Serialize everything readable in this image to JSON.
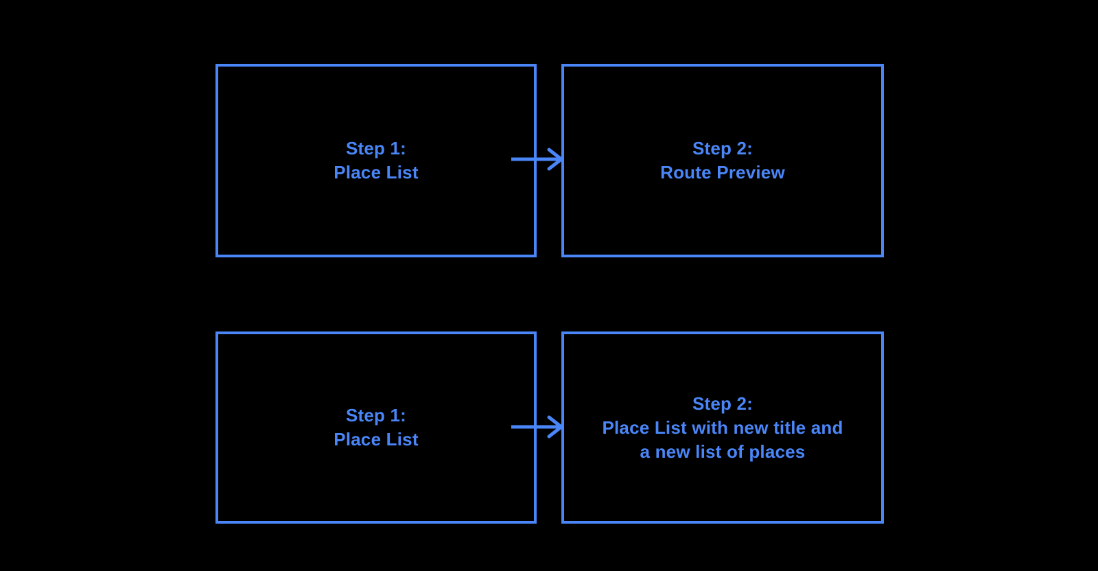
{
  "meta": {
    "background_color": "#000000",
    "accent_color": "#4A86F7",
    "text_color": "#4A86F7"
  },
  "diagram": {
    "nodes": [
      {
        "id": "flow1-step1",
        "lines": [
          "Step 1:",
          "Place List"
        ]
      },
      {
        "id": "flow1-step2",
        "lines": [
          "Step 2:",
          "Route Preview"
        ]
      },
      {
        "id": "flow2-step1",
        "lines": [
          "Step 1:",
          "Place List"
        ]
      },
      {
        "id": "flow2-step2",
        "lines": [
          "Step 2:",
          "Place List with new title and",
          "a new list of places"
        ]
      }
    ],
    "connectors": [
      {
        "from": "flow1-step1",
        "to": "flow1-step2",
        "type": "arrow-right"
      },
      {
        "from": "flow2-step1",
        "to": "flow2-step2",
        "type": "arrow-right"
      }
    ]
  }
}
